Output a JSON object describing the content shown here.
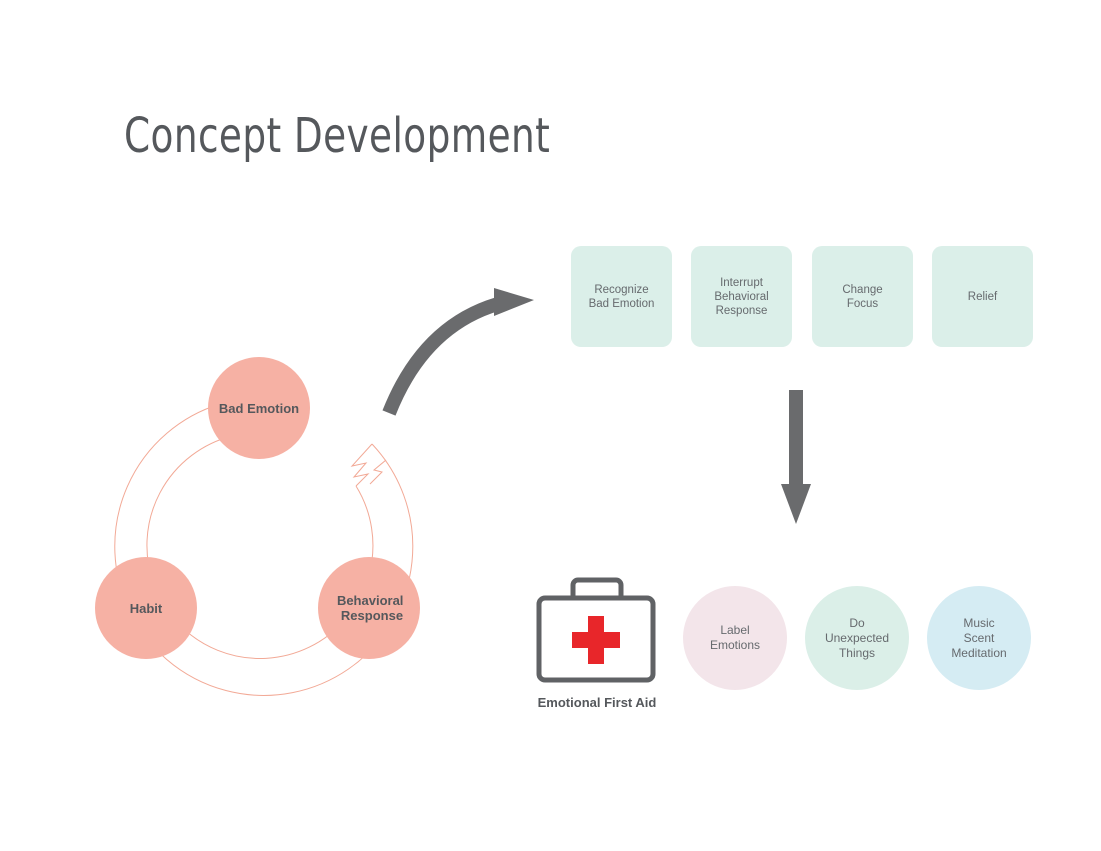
{
  "title": "Concept Development",
  "cycle": {
    "nodes": [
      {
        "label_lines": [
          "Bad Emotion"
        ]
      },
      {
        "label_lines": [
          "Habit"
        ]
      },
      {
        "label_lines": [
          "Behavioral",
          "Response"
        ]
      }
    ],
    "node_color": "#f6b1a4",
    "ring_color": "#f2a996"
  },
  "steps": [
    {
      "label": "Recognize\nBad Emotion"
    },
    {
      "label": "Interrupt\nBehavioral\nResponse"
    },
    {
      "label": "Change\nFocus"
    },
    {
      "label": "Relief"
    }
  ],
  "first_aid": {
    "label": "Emotional First Aid",
    "kit_color": "#606265",
    "cross_color": "#e8262a"
  },
  "remedies": [
    {
      "label": "Label\nEmotions",
      "color": "#f3e5ea"
    },
    {
      "label": "Do\nUnexpected\nThings",
      "color": "#dbefe8"
    },
    {
      "label": "Music\nScent\nMeditation",
      "color": "#d5ecf3"
    }
  ],
  "colors": {
    "arrow": "#6a6b6d",
    "step_fill": "#dbefe9",
    "text": "#55585c"
  }
}
